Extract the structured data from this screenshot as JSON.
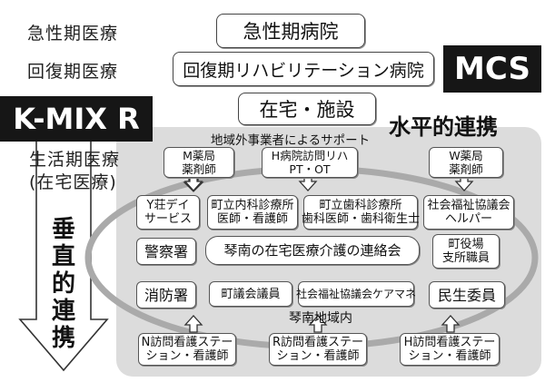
{
  "stages": {
    "acute": "急性期医療",
    "recovery": "回復期医療",
    "living_line1": "生活期医療",
    "living_line2": "(在宅医療)"
  },
  "top_boxes": {
    "acute_hospital": "急性期病院",
    "recovery_hospital": "回復期リハビリテーション病院",
    "home_facility": "在宅・施設"
  },
  "badges": {
    "mcs": "MCS",
    "kmix": "K-MIX R"
  },
  "horizontal_label": "水平的連携",
  "vertical_label": "垂直的連携",
  "outside_support_label": "地域外事業者によるサポート",
  "inside_region_label": "琴南地域内",
  "outside_nodes": [
    {
      "line1": "M薬局",
      "line2": "薬剤師"
    },
    {
      "line1": "H病院訪問リハ",
      "line2": "PT・OT"
    },
    {
      "line1": "W薬局",
      "line2": "薬剤師"
    }
  ],
  "region_nodes": {
    "y_day": {
      "line1": "Y荘デイ",
      "line2": "サービス"
    },
    "town_clinic": {
      "line1": "町立内科診療所",
      "line2": "医師・看護師"
    },
    "town_dental": {
      "line1": "町立歯科診療所",
      "line2": "歯科医師・歯科衛生士"
    },
    "welfare_helper": {
      "line1": "社会福祉協議会",
      "line2": "ヘルパー"
    },
    "police": "警察署",
    "council": "琴南の在宅医療介護の連絡会",
    "town_office": {
      "line1": "町役場",
      "line2": "支所職員"
    },
    "fire": "消防署",
    "town_assembly": "町議会議員",
    "welfare_caremanager": "社会福祉協議会ケアマネ",
    "welfare_commissioner": "民生委員"
  },
  "bottom_nodes": [
    {
      "line1": "N訪問看護ステー",
      "line2": "ション・看護師"
    },
    {
      "line1": "R訪問看護ステー",
      "line2": "ション・看護師"
    },
    {
      "line1": "H訪問看護ステー",
      "line2": "ション・看護師"
    }
  ],
  "colors": {
    "badge_bg": "#161616",
    "panel_bg": "#dcdcdc",
    "arrow_fill": "#ffffff",
    "arrow_stroke": "#333333"
  }
}
